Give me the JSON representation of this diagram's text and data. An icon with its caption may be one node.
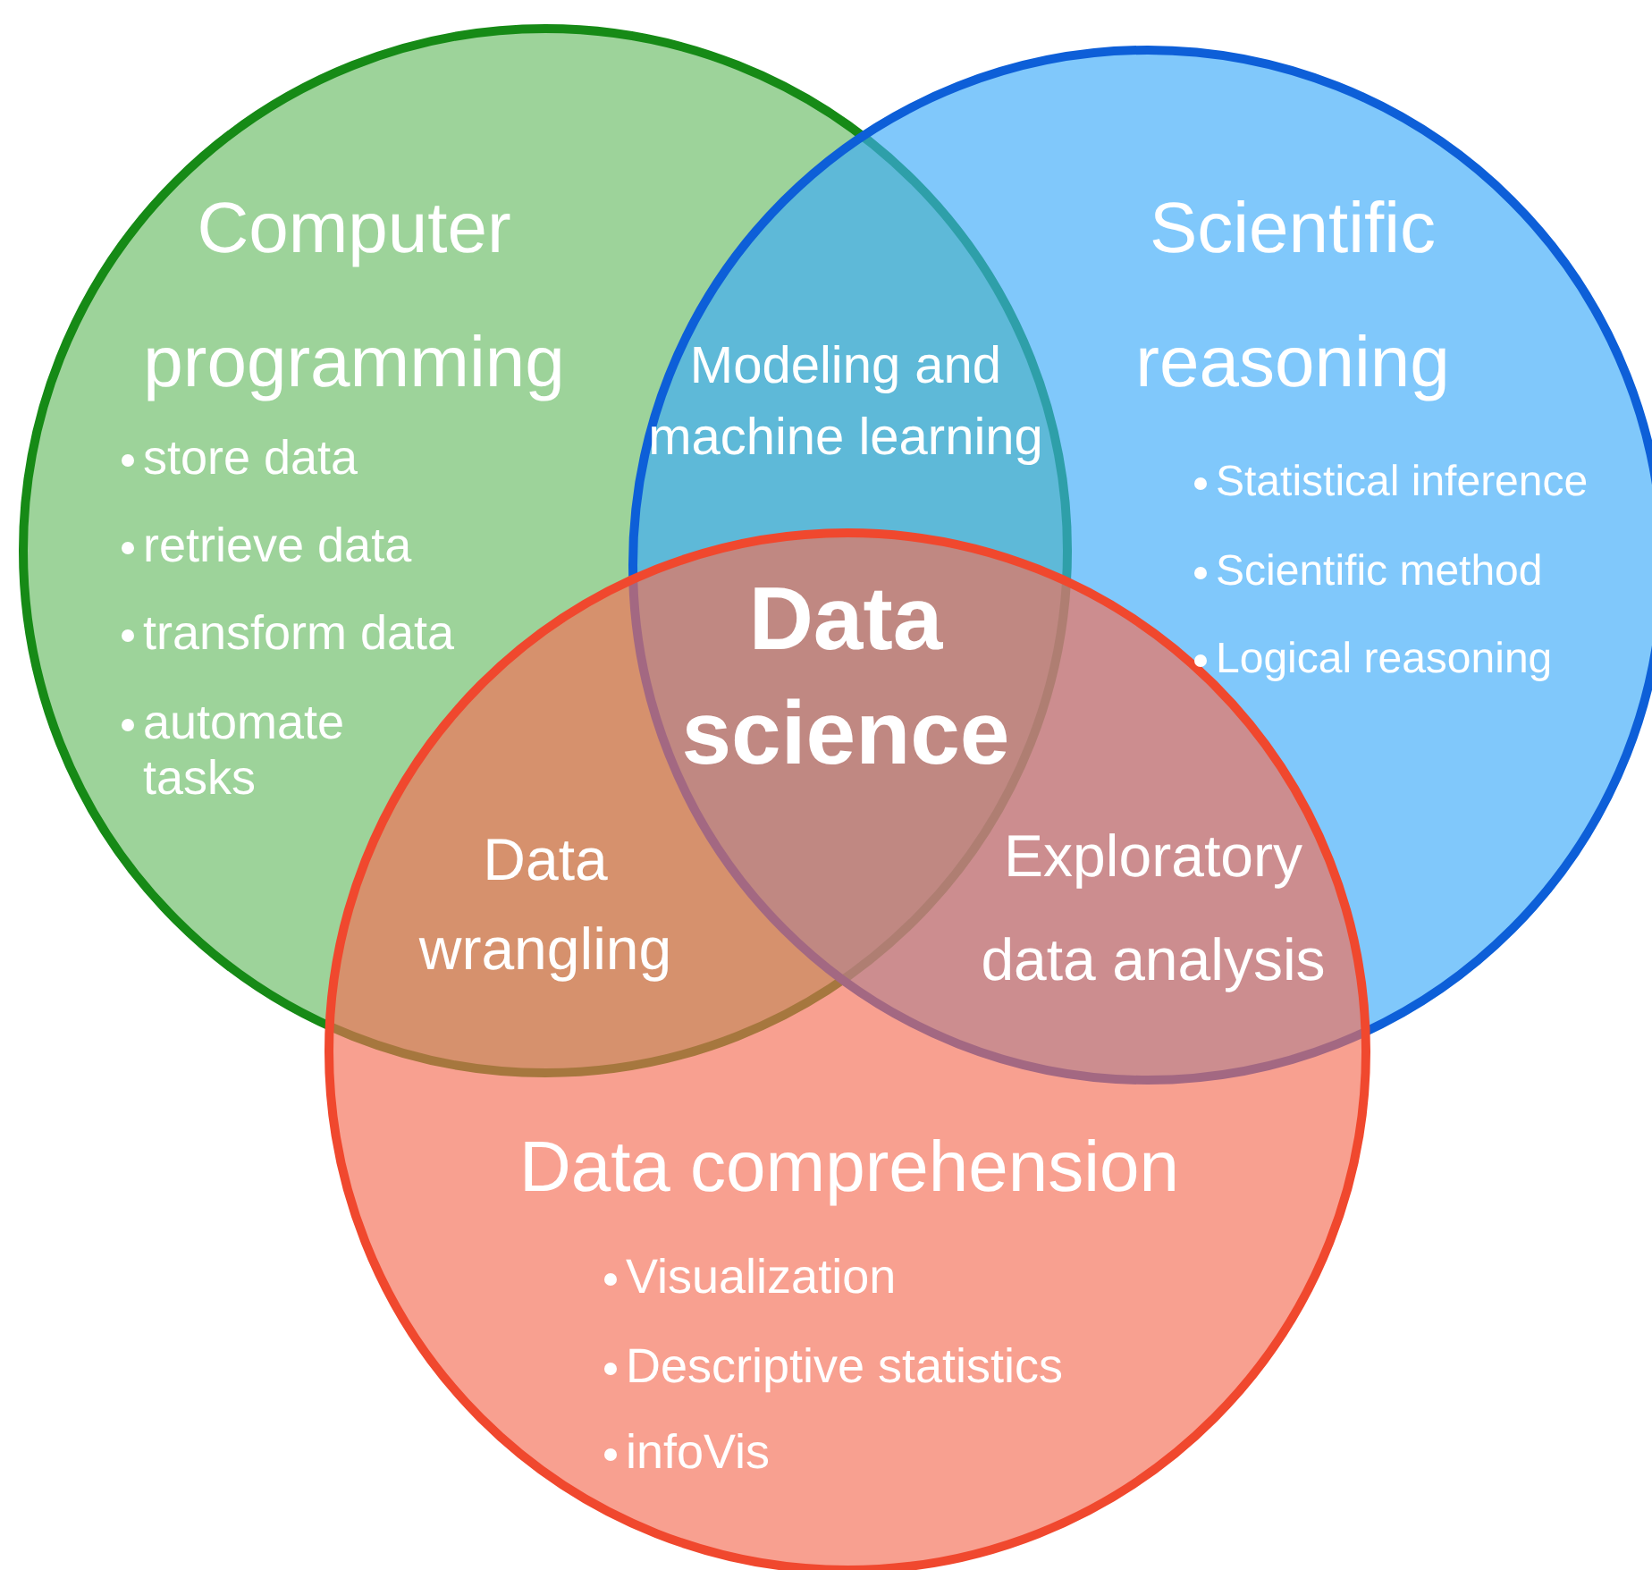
{
  "diagram": {
    "nodes": [
      {
        "text": [
          "Computer programming",
          "store data",
          "retrieve data",
          "transform data",
          "automate tasks"
        ]
      },
      {
        "text": [
          "Scientific reasoning",
          "Statistical inference",
          "Scientific method",
          "Logical reasoning"
        ]
      },
      {
        "text": [
          "Data comprehension",
          "Visualization",
          "Descriptive statistics",
          "infoVis"
        ]
      }
    ],
    "edges": [],
    "labels": [
      "Modeling and machine learning",
      "Data science",
      "Data wrangling",
      "Exploratory data analysis"
    ]
  }
}
